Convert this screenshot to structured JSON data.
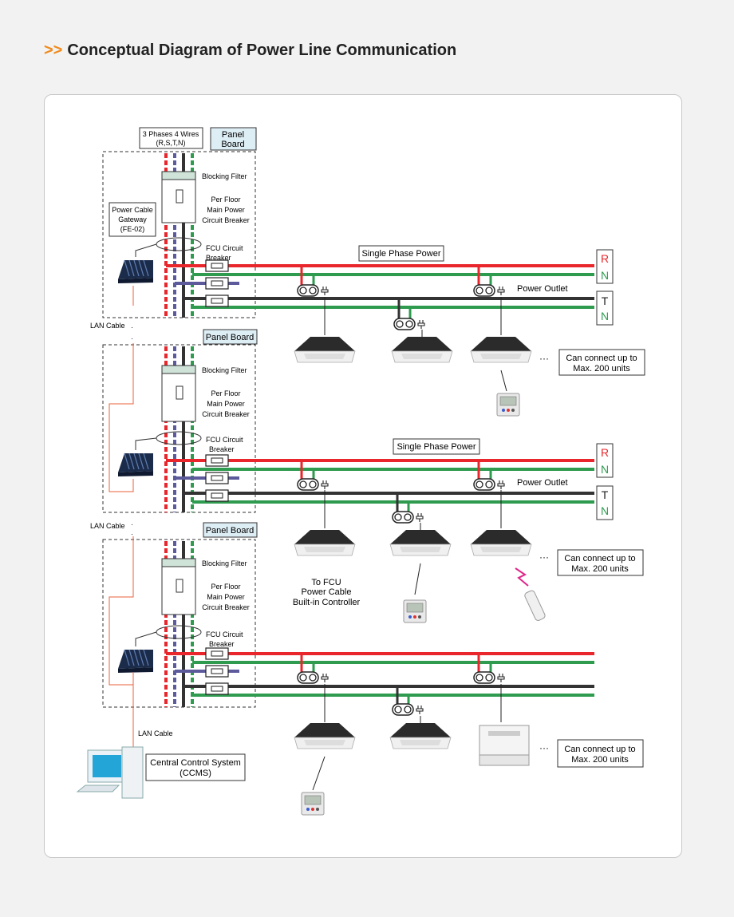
{
  "title": {
    "arrows": ">>",
    "text": "Conceptual Diagram of Power Line Communication"
  },
  "labels": {
    "three_phase": [
      "3 Phases 4 Wires",
      "(R,S,T,N)"
    ],
    "panel_board_top": [
      "Panel",
      "Board"
    ],
    "panel_board": "Panel Board",
    "blocking_filter": "Blocking Filter",
    "breaker": [
      "Per Floor",
      "Main Power",
      "Circuit Breaker"
    ],
    "gateway": [
      "Power Cable",
      "Gateway",
      "(FE-02)"
    ],
    "fcu_breaker": [
      "FCU Circuit",
      "Breaker"
    ],
    "single_phase": "Single Phase Power",
    "power_outlet": "Power Outlet",
    "lan_cable": "LAN Cable",
    "can_connect": [
      "Can connect up to",
      "Max. 200 units"
    ],
    "to_fcu": [
      "To FCU",
      "Power Cable",
      "Built-in Controller"
    ],
    "ccms": [
      "Central Control System",
      "(CCMS)"
    ],
    "letter_r": "R",
    "letter_n": "N",
    "letter_t": "T",
    "ellipsis": "···"
  },
  "colors": {
    "accent": "#f08a1c",
    "red": "#e8262b",
    "green": "#2e9b4f",
    "dark": "#333333",
    "purple": "#5d5a9c",
    "orange_line": "#e8603a"
  }
}
